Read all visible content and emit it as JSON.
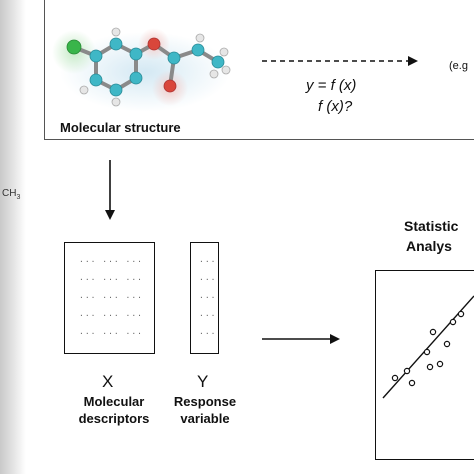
{
  "molecule": {
    "label": "Molecular structure",
    "side_fragment": "CH3"
  },
  "relation": {
    "equation": "y = f (x)",
    "question": "f (x)?",
    "example_fragment": "(e.g"
  },
  "matrices": {
    "x_letter": "X",
    "x_label_line1": "Molecular",
    "x_label_line2": "descriptors",
    "y_letter": "Y",
    "y_label_line1": "Response",
    "y_label_line2": "variable"
  },
  "analysis": {
    "title_line1": "Statistic",
    "title_line2": "Analys"
  },
  "colors": {
    "carbon": "#3fb7c6",
    "oxygen": "#d9463b",
    "chlorine": "#39b54a",
    "hydrogen": "#e8e8e8",
    "line": "#111111"
  }
}
